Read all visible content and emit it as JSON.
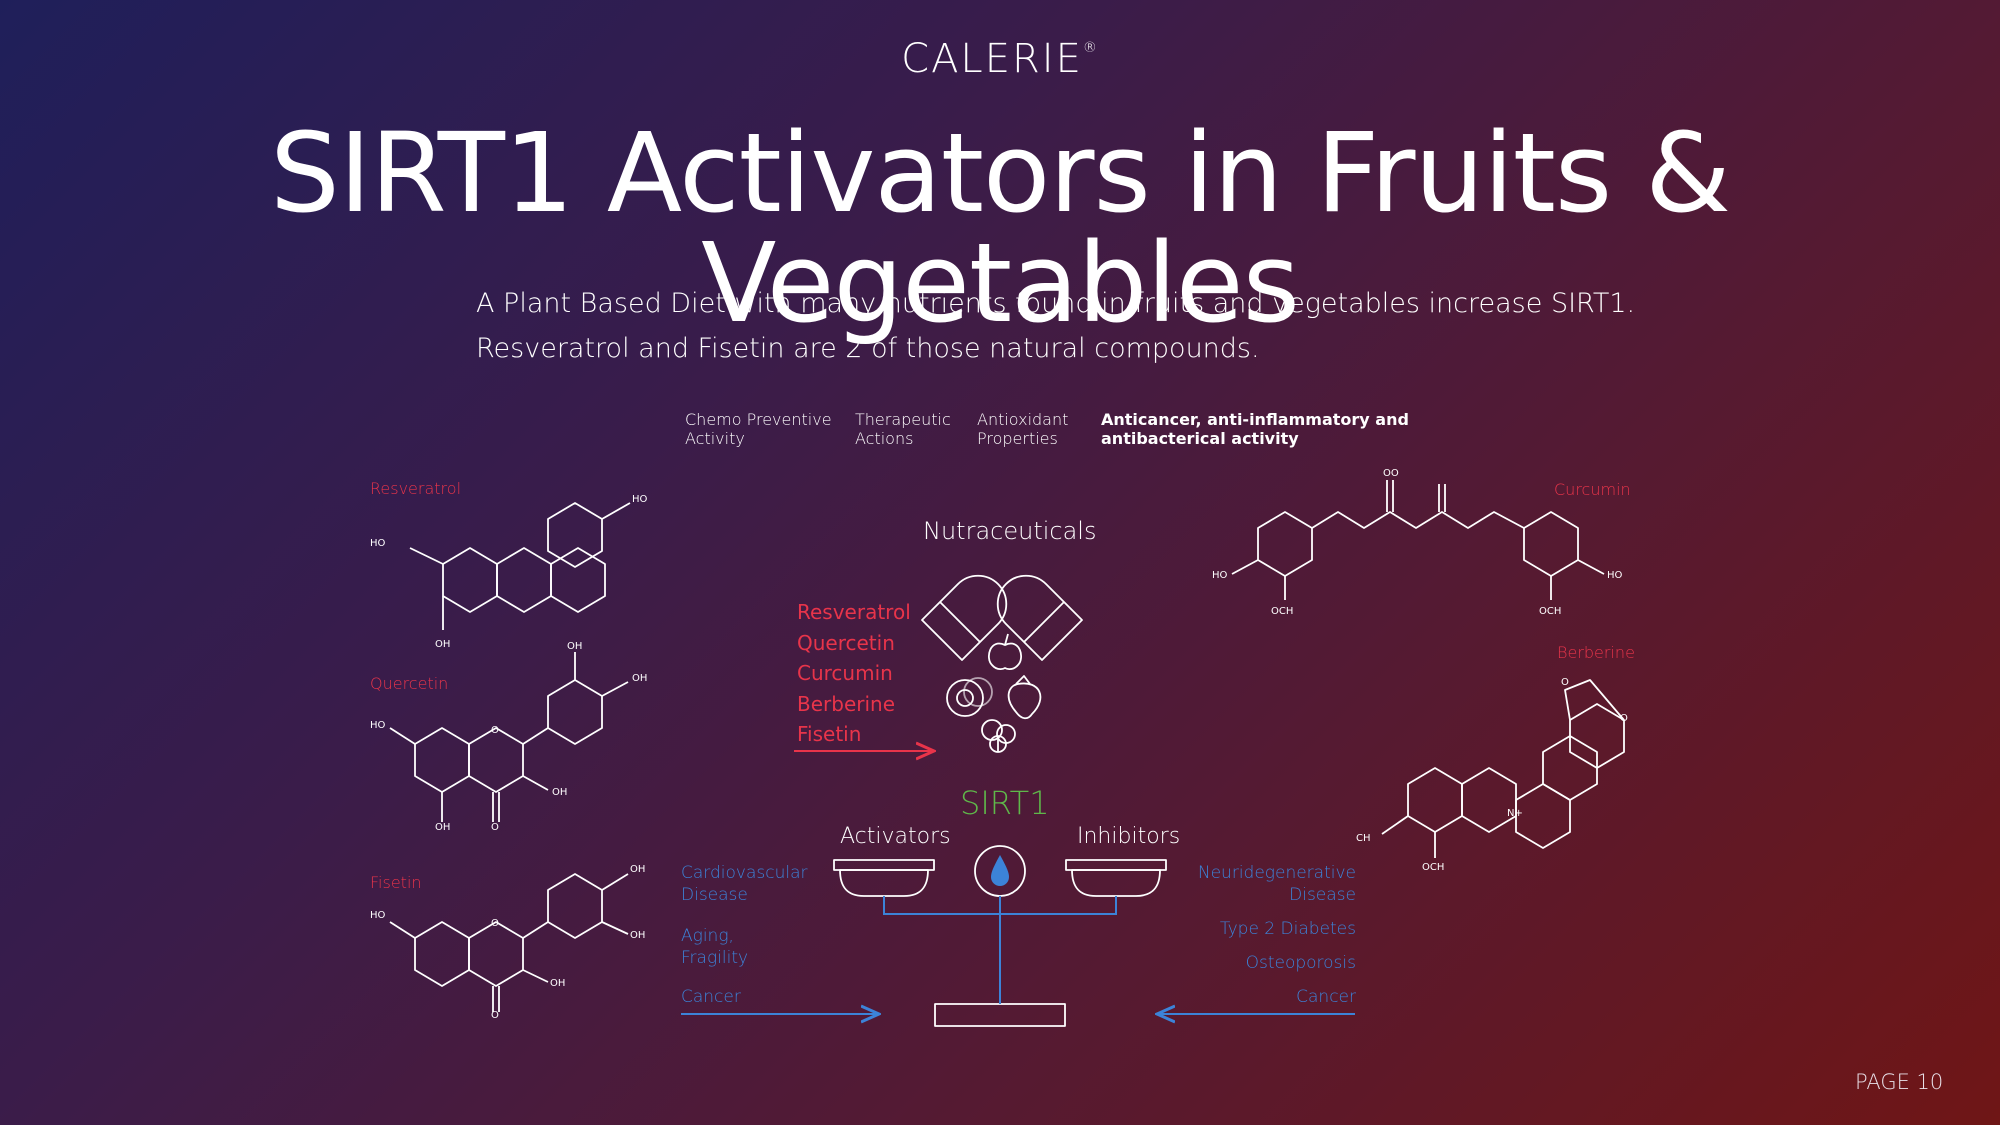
{
  "brand": "CALERIE",
  "brand_mark": "®",
  "title": "SIRT1 Activators in Fruits & Vegetables",
  "subtitle": {
    "line1": "A Plant Based Diet with many nutrients found in fruits and vegetables increase SIRT1.",
    "line2": "Resveratrol and Fisetin are 2 of those natural compounds."
  },
  "categories": [
    {
      "line1": "Chemo Preventive",
      "line2": "Activity"
    },
    {
      "line1": "Therapeutic",
      "line2": "Actions"
    },
    {
      "line1": "Antioxidant",
      "line2": "Properties"
    },
    {
      "line1": "Anticancer, anti-inflammatory and",
      "line2": "antibacterical activity"
    }
  ],
  "compounds": {
    "resveratrol": "Resveratrol",
    "quercetin": "Quercetin",
    "fisetin": "Fisetin",
    "curcumin": "Curcumin",
    "berberine": "Berberine"
  },
  "nutraceuticals": {
    "title": "Nutraceuticals",
    "items": [
      "Resveratrol",
      "Quercetin",
      "Curcumin",
      "Berberine",
      "Fisetin"
    ]
  },
  "sirt1": {
    "label": "SIRT1",
    "activators": "Activators",
    "inhibitors": "Inhibitors"
  },
  "left_conditions": [
    {
      "line1": "Cardiovascular",
      "line2": "Disease"
    },
    {
      "line1": "Aging,",
      "line2": "Fragility"
    },
    {
      "line1": "Cancer",
      "line2": ""
    }
  ],
  "right_conditions": [
    {
      "line1": "Neuridegenerative",
      "line2": "Disease"
    },
    {
      "line1": "Type 2 Diabetes",
      "line2": ""
    },
    {
      "line1": "Osteoporosis",
      "line2": ""
    },
    {
      "line1": "Cancer",
      "line2": ""
    }
  ],
  "molecule_labels": {
    "ho": "HO",
    "oh": "OH",
    "o": "O",
    "oo": "OO",
    "och3": "OCH",
    "ch3o": "CH",
    "n_plus": "N+"
  },
  "page": "PAGE 10",
  "colors": {
    "compound_red": "#e8344a",
    "condition_blue": "#3c83d8",
    "sirt1_green": "#5fb84a"
  }
}
